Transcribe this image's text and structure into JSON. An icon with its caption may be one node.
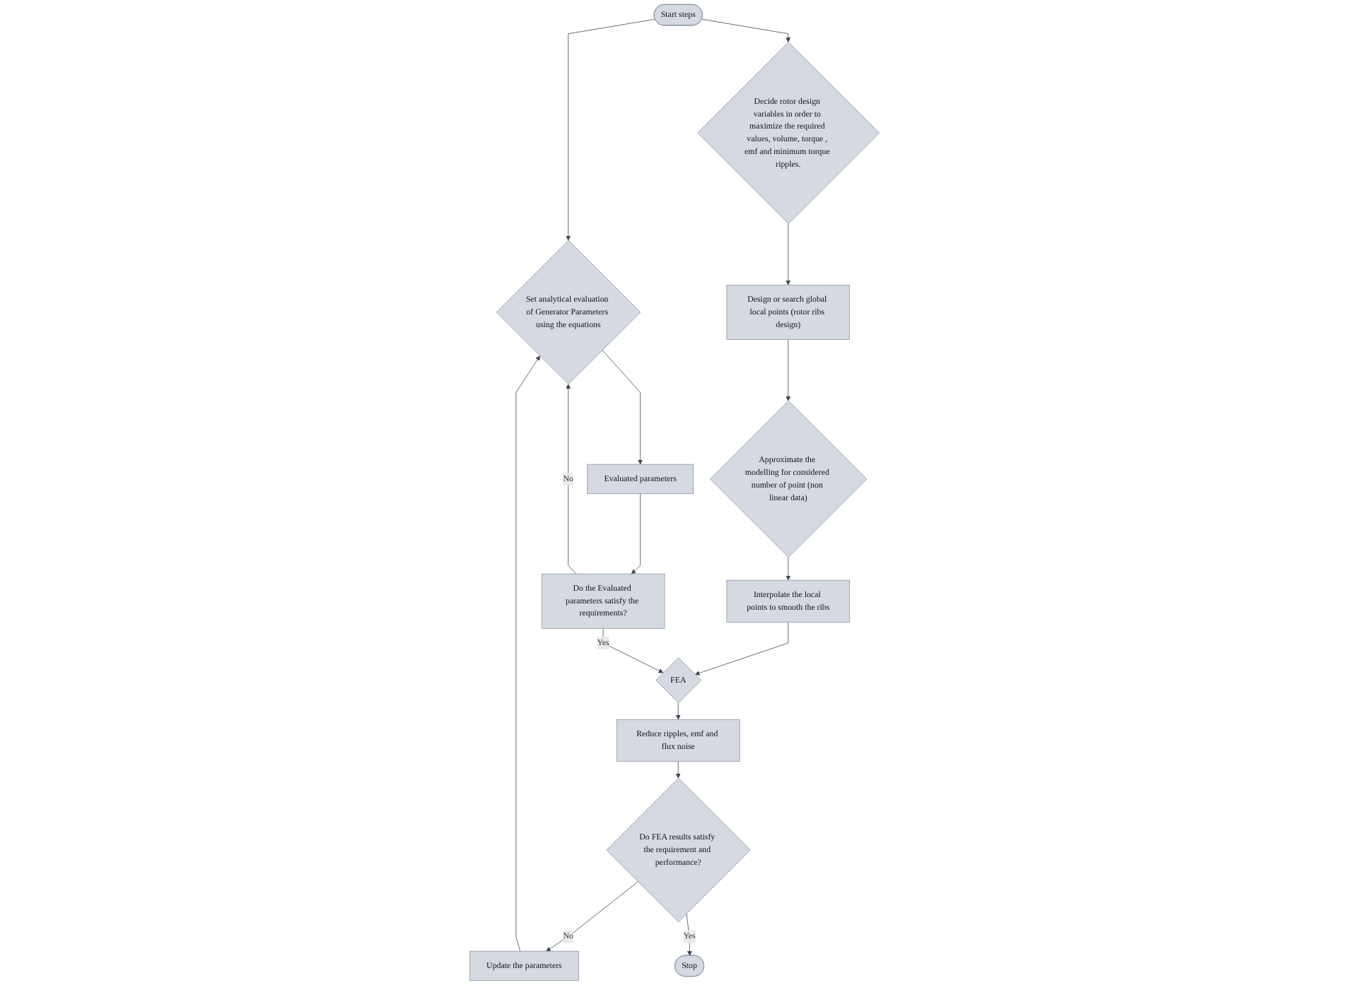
{
  "diagram": {
    "nodes": [
      {
        "text": [
          "Start steps"
        ]
      },
      {
        "text": [
          "Set analytical evaluation of Generator Parameters using the equations"
        ]
      },
      {
        "text": [
          "Decide rotor design variables in order to maximize the required values, volume, torque , emf and minimum torque ripples."
        ]
      },
      {
        "text": [
          "Design or search global local points (rotor ribs design)"
        ]
      },
      {
        "text": [
          "Approximate the modelling for considered number of point (non linear data)"
        ]
      },
      {
        "text": [
          "Evaluated parameters"
        ]
      },
      {
        "text": [
          "Do the Evaluated parameters satisfy the requirements?"
        ]
      },
      {
        "text": [
          "FEA"
        ]
      },
      {
        "text": [
          "Interpolate the local points to smooth the ribs"
        ]
      },
      {
        "text": [
          "Reduce ripples, emf and flux noise"
        ]
      },
      {
        "text": [
          "Do FEA results satisfy the requirement and performance?"
        ]
      },
      {
        "text": [
          "Update the parameters"
        ]
      },
      {
        "text": [
          "Stop"
        ]
      }
    ],
    "edges": [
      {
        "from": 0,
        "to": 1,
        "arrow": "to"
      },
      {
        "from": 0,
        "to": 2,
        "arrow": "to"
      },
      {
        "from": 2,
        "to": 3,
        "arrow": "to"
      },
      {
        "from": 3,
        "to": 4,
        "arrow": "to"
      },
      {
        "from": 4,
        "to": 8,
        "arrow": "to"
      },
      {
        "from": 8,
        "to": 7,
        "arrow": "to"
      },
      {
        "from": 1,
        "to": 5,
        "arrow": "to"
      },
      {
        "from": 5,
        "to": 6,
        "arrow": "to"
      },
      {
        "from": 6,
        "to": 7,
        "label": "Yes",
        "arrow": "to"
      },
      {
        "from": 6,
        "to": 1,
        "label": "No",
        "arrow": "to"
      },
      {
        "from": 7,
        "to": 9,
        "arrow": "to"
      },
      {
        "from": 9,
        "to": 10,
        "arrow": "to"
      },
      {
        "from": 10,
        "to": 11,
        "label": "No",
        "arrow": "to"
      },
      {
        "from": 11,
        "to": 1,
        "arrow": "to"
      },
      {
        "from": 10,
        "to": 12,
        "label": "Yes",
        "arrow": "to"
      }
    ]
  }
}
